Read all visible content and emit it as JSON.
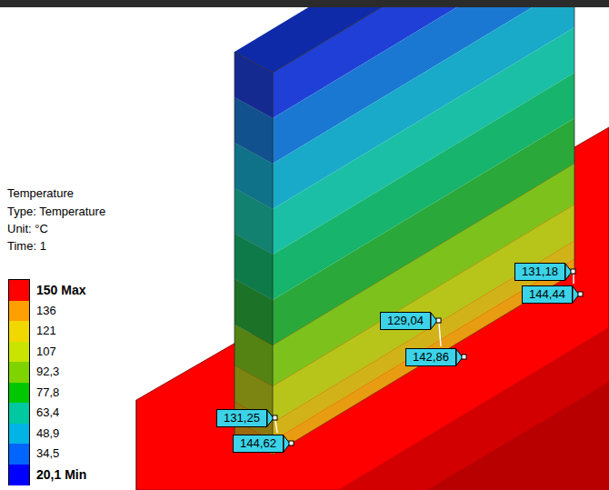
{
  "diagram": {
    "labels": [
      "Temperature",
      "Type: Temperature",
      "Unit: °C",
      "Time: 1",
      "131,18",
      "144,44",
      "129,04",
      "142,86",
      "131,25",
      "144,62"
    ],
    "legend": [
      {
        "text": "150 Max",
        "color": "#ff0000"
      },
      {
        "text": "136",
        "color": "#ffa000"
      },
      {
        "text": "121",
        "color": "#f0d800"
      },
      {
        "text": "107",
        "color": "#c8e400"
      },
      {
        "text": "92,3",
        "color": "#7fd400"
      },
      {
        "text": "77,8",
        "color": "#00c800"
      },
      {
        "text": "63,4",
        "color": "#00c8a0"
      },
      {
        "text": "48,9",
        "color": "#00b4e6"
      },
      {
        "text": "34,5",
        "color": "#0064ff"
      },
      {
        "text": "20,1 Min",
        "color": "#0000ff"
      }
    ]
  }
}
